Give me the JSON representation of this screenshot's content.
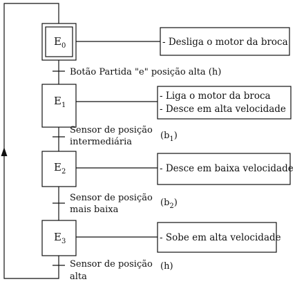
{
  "steps": [
    {
      "base": "E",
      "sub": "0",
      "initial": true
    },
    {
      "base": "E",
      "sub": "1",
      "initial": false
    },
    {
      "base": "E",
      "sub": "2",
      "initial": false
    },
    {
      "base": "E",
      "sub": "3",
      "initial": false
    }
  ],
  "actions": [
    {
      "lines": [
        "- Desliga o motor da broca"
      ]
    },
    {
      "lines": [
        "- Liga o motor da broca",
        "- Desce em alta velocidade"
      ]
    },
    {
      "lines": [
        "- Desce em baixa velocidade"
      ]
    },
    {
      "lines": [
        "- Sobe em alta velocidade"
      ]
    }
  ],
  "transitions": [
    {
      "lines": [
        "Botão Partida \"e\" posição alta (h)"
      ],
      "cond_base": "",
      "cond_sub": "",
      "cond_close": ""
    },
    {
      "lines": [
        "Sensor de posição",
        "intermediária"
      ],
      "cond_base": "(b",
      "cond_sub": "1",
      "cond_close": ")"
    },
    {
      "lines": [
        "Sensor de posição",
        "mais baixa"
      ],
      "cond_base": "(b",
      "cond_sub": "2",
      "cond_close": ")"
    },
    {
      "lines": [
        "Sensor de posição",
        "alta"
      ],
      "cond_base": "(h)",
      "cond_sub": "",
      "cond_close": ""
    }
  ]
}
